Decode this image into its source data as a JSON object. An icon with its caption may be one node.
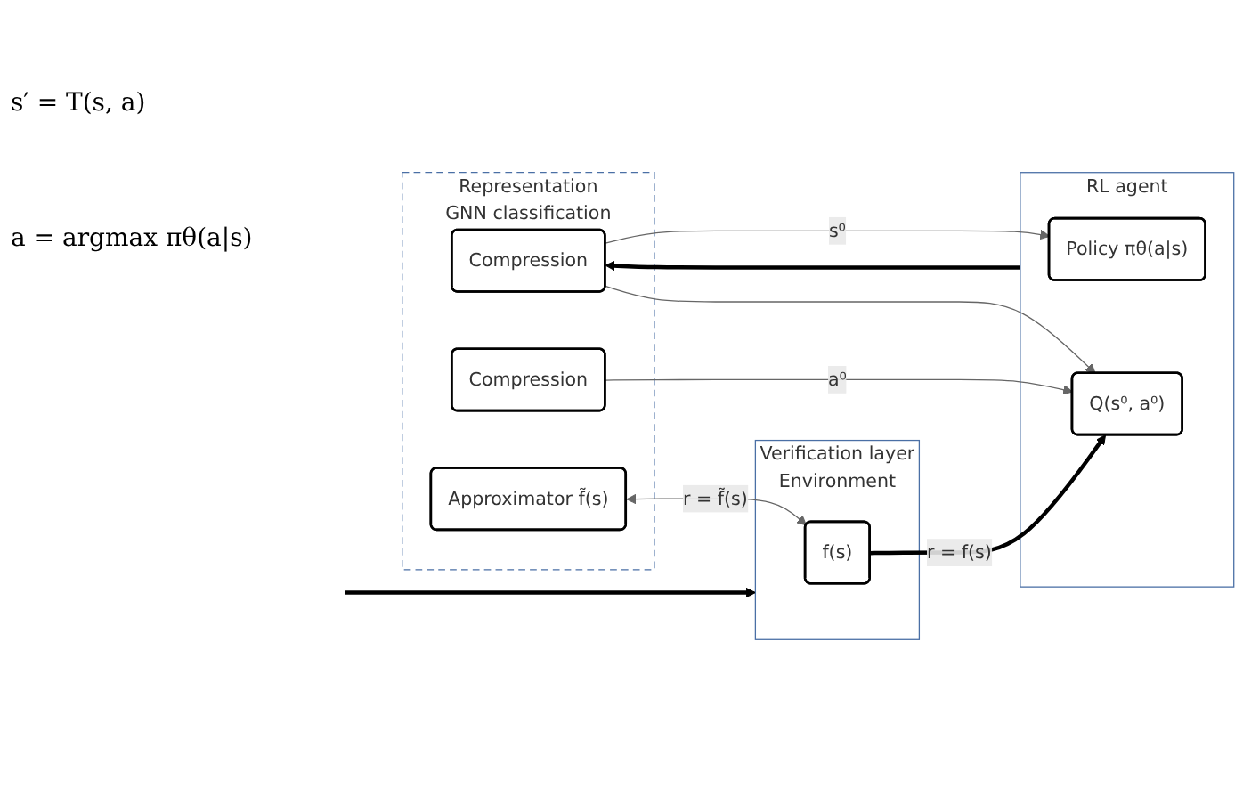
{
  "diagram": {
    "nodes": [
      {
        "text": [
          "Representation",
          "GNN classification"
        ]
      },
      {
        "text": [
          "Compression"
        ],
        "in": 0
      },
      {
        "text": [
          "Compression"
        ],
        "in": 0
      },
      {
        "text": [
          "Approximator f̃(s)"
        ],
        "in": 0
      },
      {
        "text": [
          "RL agent"
        ]
      },
      {
        "text": [
          "Policy πθ(a|s)"
        ],
        "in": 4
      },
      {
        "text": [
          "Q(s⁰, a⁰)"
        ],
        "in": 4
      },
      {
        "text": [
          "Verification layer",
          "Environment"
        ]
      },
      {
        "text": [
          "f(s)"
        ],
        "in": 7
      }
    ],
    "edges": [
      {
        "from": 1,
        "to": 5,
        "arrow": "to",
        "label": "s⁰"
      },
      {
        "from": 1,
        "to": 6,
        "arrow": "to"
      },
      {
        "from": 2,
        "to": 6,
        "arrow": "to",
        "label": "a⁰"
      },
      {
        "from": 8,
        "to": 6,
        "arrow": "to",
        "label": "r = f(s)",
        "style": "thick",
        "color": "#000000"
      },
      {
        "from": 3,
        "to": 8,
        "arrow": "both",
        "label": "r = f̃(s)"
      },
      {
        "from": 4,
        "to": 1,
        "arrow": "to",
        "style": "thick",
        "color": "#000000"
      },
      {
        "from": null,
        "to": 7,
        "arrow": "to",
        "style": "thick",
        "color": "#000000"
      }
    ],
    "labels": [
      "s′ = T(s, a)",
      "a = argmax πθ(a|s)"
    ]
  }
}
